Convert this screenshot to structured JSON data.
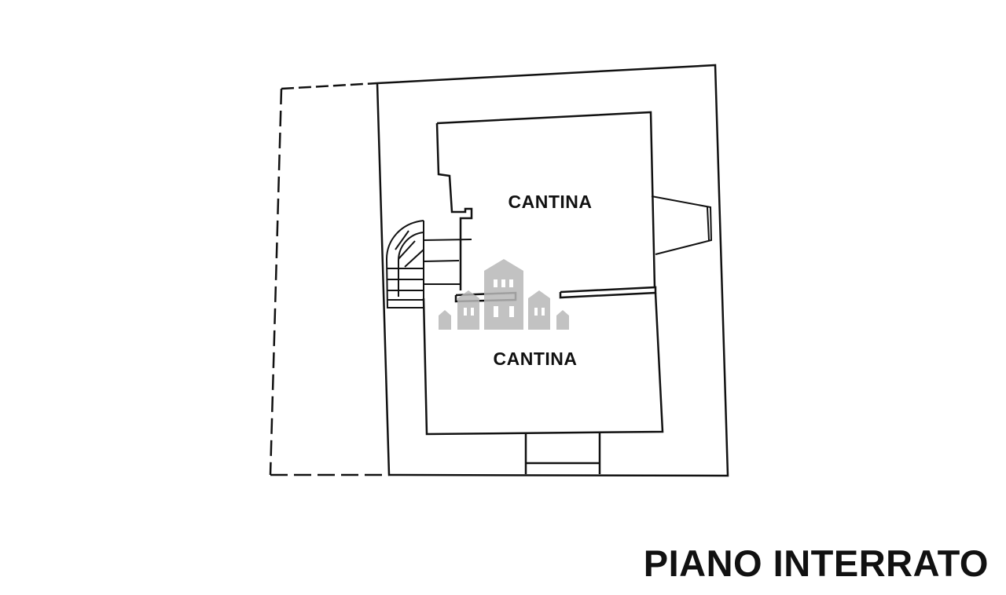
{
  "floor_title": "PIANO INTERRATO",
  "rooms": [
    {
      "label": "CANTINA"
    },
    {
      "label": "CANTINA"
    }
  ],
  "watermark": {
    "icon": "houses-logo-icon",
    "color": "#b8b8b8"
  },
  "line_color": "#111111"
}
